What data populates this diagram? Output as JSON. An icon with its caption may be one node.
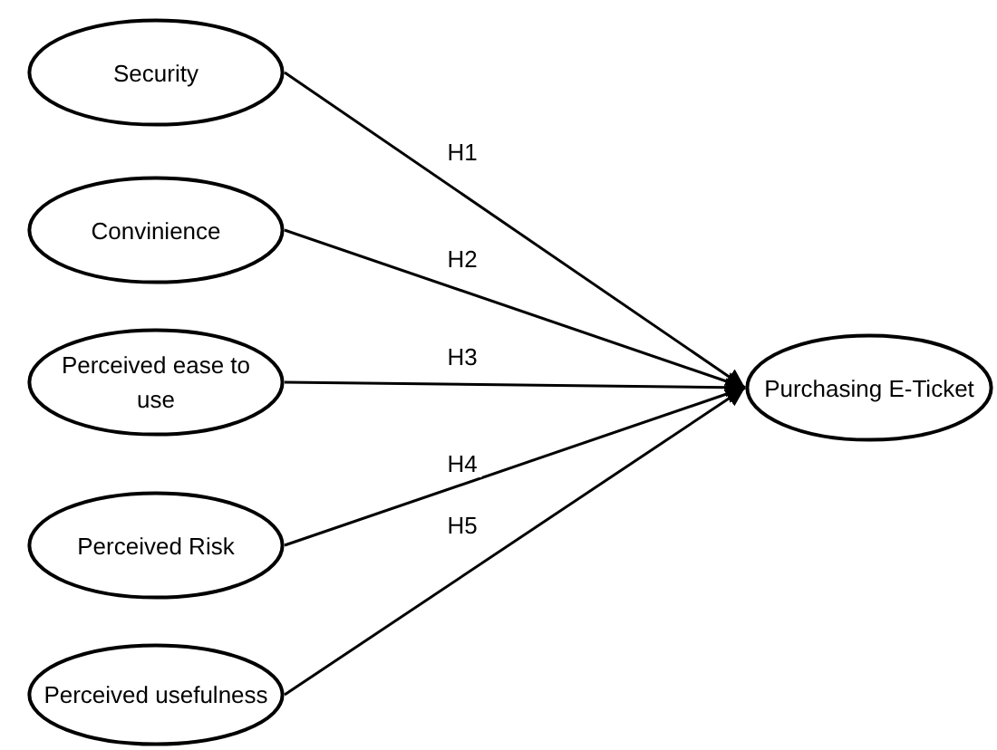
{
  "diagram": {
    "nodes": [
      {
        "text": [
          "Security"
        ]
      },
      {
        "text": [
          "Convinience"
        ]
      },
      {
        "text": [
          "Perceived ease to use"
        ]
      },
      {
        "text": [
          "Perceived Risk"
        ]
      },
      {
        "text": [
          "Perceived usefulness"
        ]
      },
      {
        "text": [
          "Purchasing E-Ticket"
        ]
      }
    ],
    "edges": [
      {
        "from": 0,
        "to": 5,
        "arrow": "to",
        "label": "H1"
      },
      {
        "from": 1,
        "to": 5,
        "arrow": "to",
        "label": "H2"
      },
      {
        "from": 2,
        "to": 5,
        "arrow": "to",
        "label": "H3"
      },
      {
        "from": 3,
        "to": 5,
        "arrow": "to",
        "label": "H4"
      },
      {
        "from": 4,
        "to": 5,
        "arrow": "to",
        "label": "H5"
      }
    ]
  }
}
